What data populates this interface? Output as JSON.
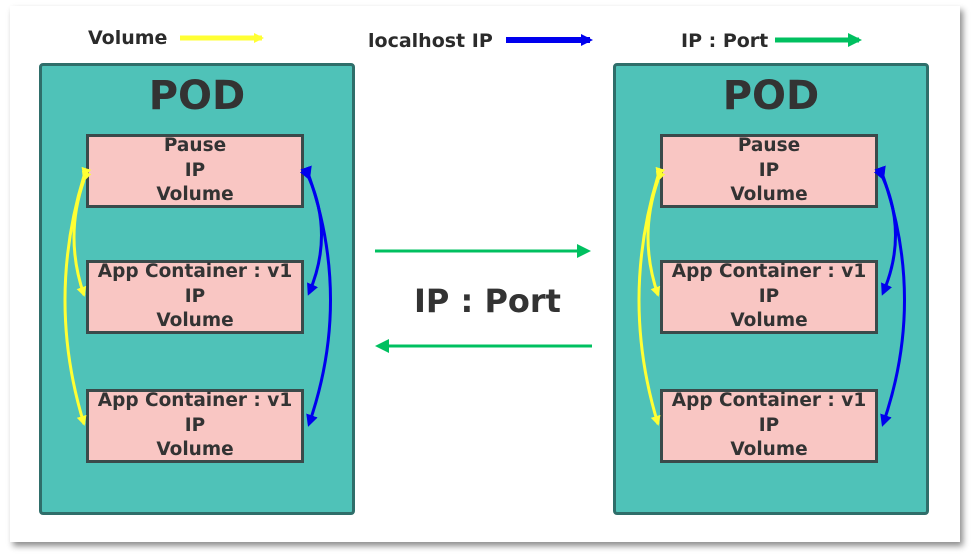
{
  "legend": {
    "volume": {
      "label": "Volume",
      "color": "#ffff33"
    },
    "localhost": {
      "label": "localhost IP",
      "color": "#0000ee"
    },
    "ipport": {
      "label": "IP : Port",
      "color": "#00c060"
    }
  },
  "middle_label": "IP : Port",
  "pods": [
    {
      "title": "POD",
      "containers": [
        {
          "lines": [
            "Pause",
            "IP",
            "Volume"
          ]
        },
        {
          "lines": [
            "App Container : v1",
            "IP",
            "Volume"
          ]
        },
        {
          "lines": [
            "App Container : v1",
            "IP",
            "Volume"
          ]
        }
      ]
    },
    {
      "title": "POD",
      "containers": [
        {
          "lines": [
            "Pause",
            "IP",
            "Volume"
          ]
        },
        {
          "lines": [
            "App Container : v1",
            "IP",
            "Volume"
          ]
        },
        {
          "lines": [
            "App Container : v1",
            "IP",
            "Volume"
          ]
        }
      ]
    }
  ],
  "colors": {
    "pod_fill": "#4fc2b8",
    "pod_border": "#2f6e6a",
    "container_fill": "#f9c6c3",
    "container_border": "#3a4a4a"
  }
}
